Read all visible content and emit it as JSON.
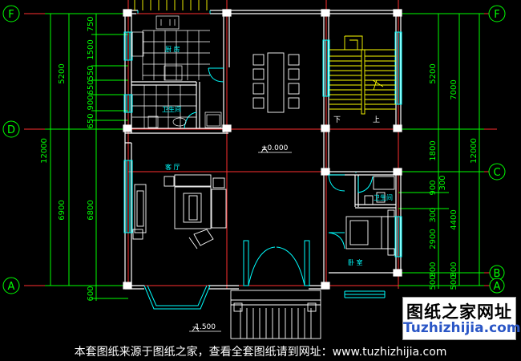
{
  "axis_labels": {
    "F": "F",
    "D": "D",
    "A": "A",
    "C": "C",
    "B": "B"
  },
  "dims_left_outer": {
    "top": "5200",
    "mid": "12000",
    "bot": "6900"
  },
  "dims_left_inner": {
    "d750a": "750",
    "d1500": "1500",
    "d550": "550",
    "d750b": "750",
    "d650a": "650",
    "d900": "900",
    "d650b": "650",
    "d6800": "6800",
    "d600": "600"
  },
  "dims_right_inner": {
    "d5200": "5200",
    "d1800": "1800",
    "d900": "900",
    "d300a": "300",
    "d300b": "300",
    "d2900": "2900",
    "d300c": "300",
    "d500": "500"
  },
  "dims_right_outer": {
    "d7000": "7000",
    "d12000": "12000",
    "d4400": "4400",
    "d300": "300",
    "d500": "500"
  },
  "rooms": {
    "kitchen": "厨 房",
    "bath_left": "卫生间",
    "living": "客 厅",
    "bath_right": "卫生间",
    "bedroom": "卧 室"
  },
  "stair": {
    "down": "下",
    "up": "上"
  },
  "elevations": {
    "floor": "±0.000",
    "outdoor": "-1.500"
  },
  "watermark": {
    "cn": "图纸之家网址",
    "en": "Tuzhizhijia.com"
  },
  "footer": "本套图纸来源于图纸之家，查看全套图纸请到网址：www.tuzhizhijia.com",
  "colors": {
    "wall": "#ffffff",
    "axis": "#ff3030",
    "dim": "#00ff00",
    "window": "#00ffff",
    "furniture": "#ffffff",
    "stair": "#ffff00",
    "bubble": "#00ff00",
    "text_room": "#00ffff"
  }
}
